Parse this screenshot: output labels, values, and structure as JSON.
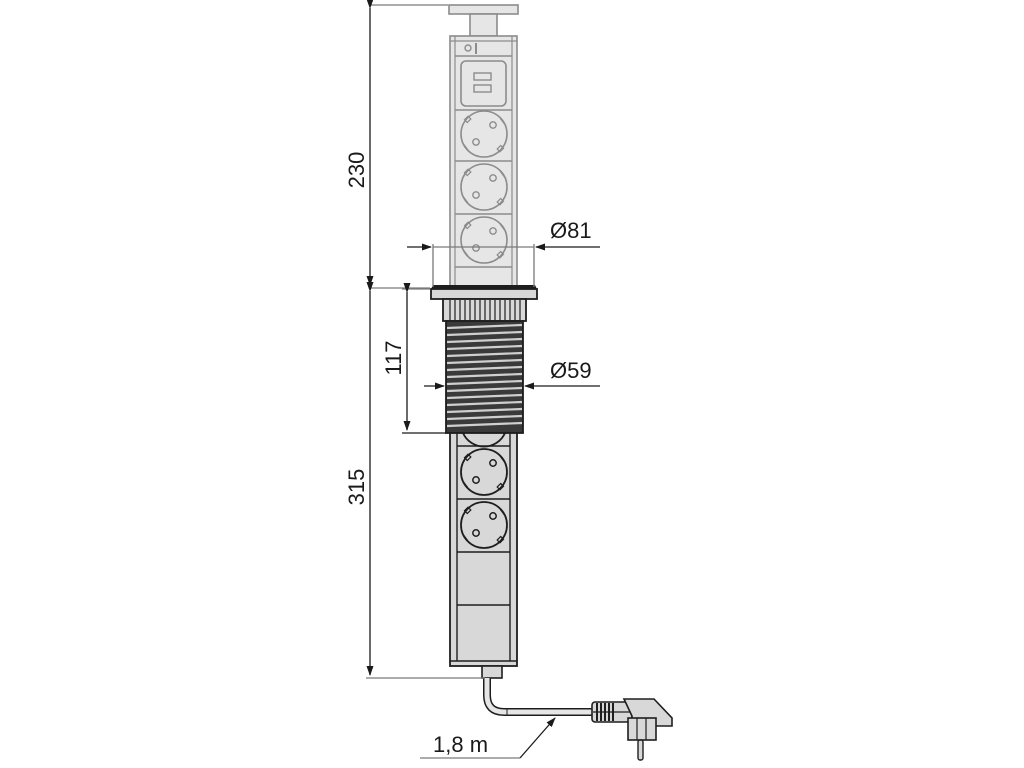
{
  "diagram": {
    "type": "technical-drawing",
    "subject": "pop-up tower power socket strip",
    "dimensions": {
      "extended_height": "230",
      "lower_body_height": "315",
      "thread_height": "117",
      "flange_diameter": "Ø81",
      "thread_diameter": "Ø59",
      "cable_length": "1,8 m"
    },
    "upper_section": {
      "modules": [
        "usb-charger-2x",
        "schuko-socket",
        "schuko-socket",
        "schuko-socket"
      ]
    },
    "lower_section": {
      "modules": [
        "schuko-socket",
        "schuko-socket",
        "schuko-socket",
        "blank",
        "blank"
      ]
    },
    "colors": {
      "upper_line": "#8c8c8c",
      "upper_fill": "#e6e6e6",
      "lower_line": "#1e1e1e",
      "lower_fill": "#d8d8d8",
      "dimension_line": "#7a7a7a",
      "text": "#1a1a1a"
    }
  }
}
